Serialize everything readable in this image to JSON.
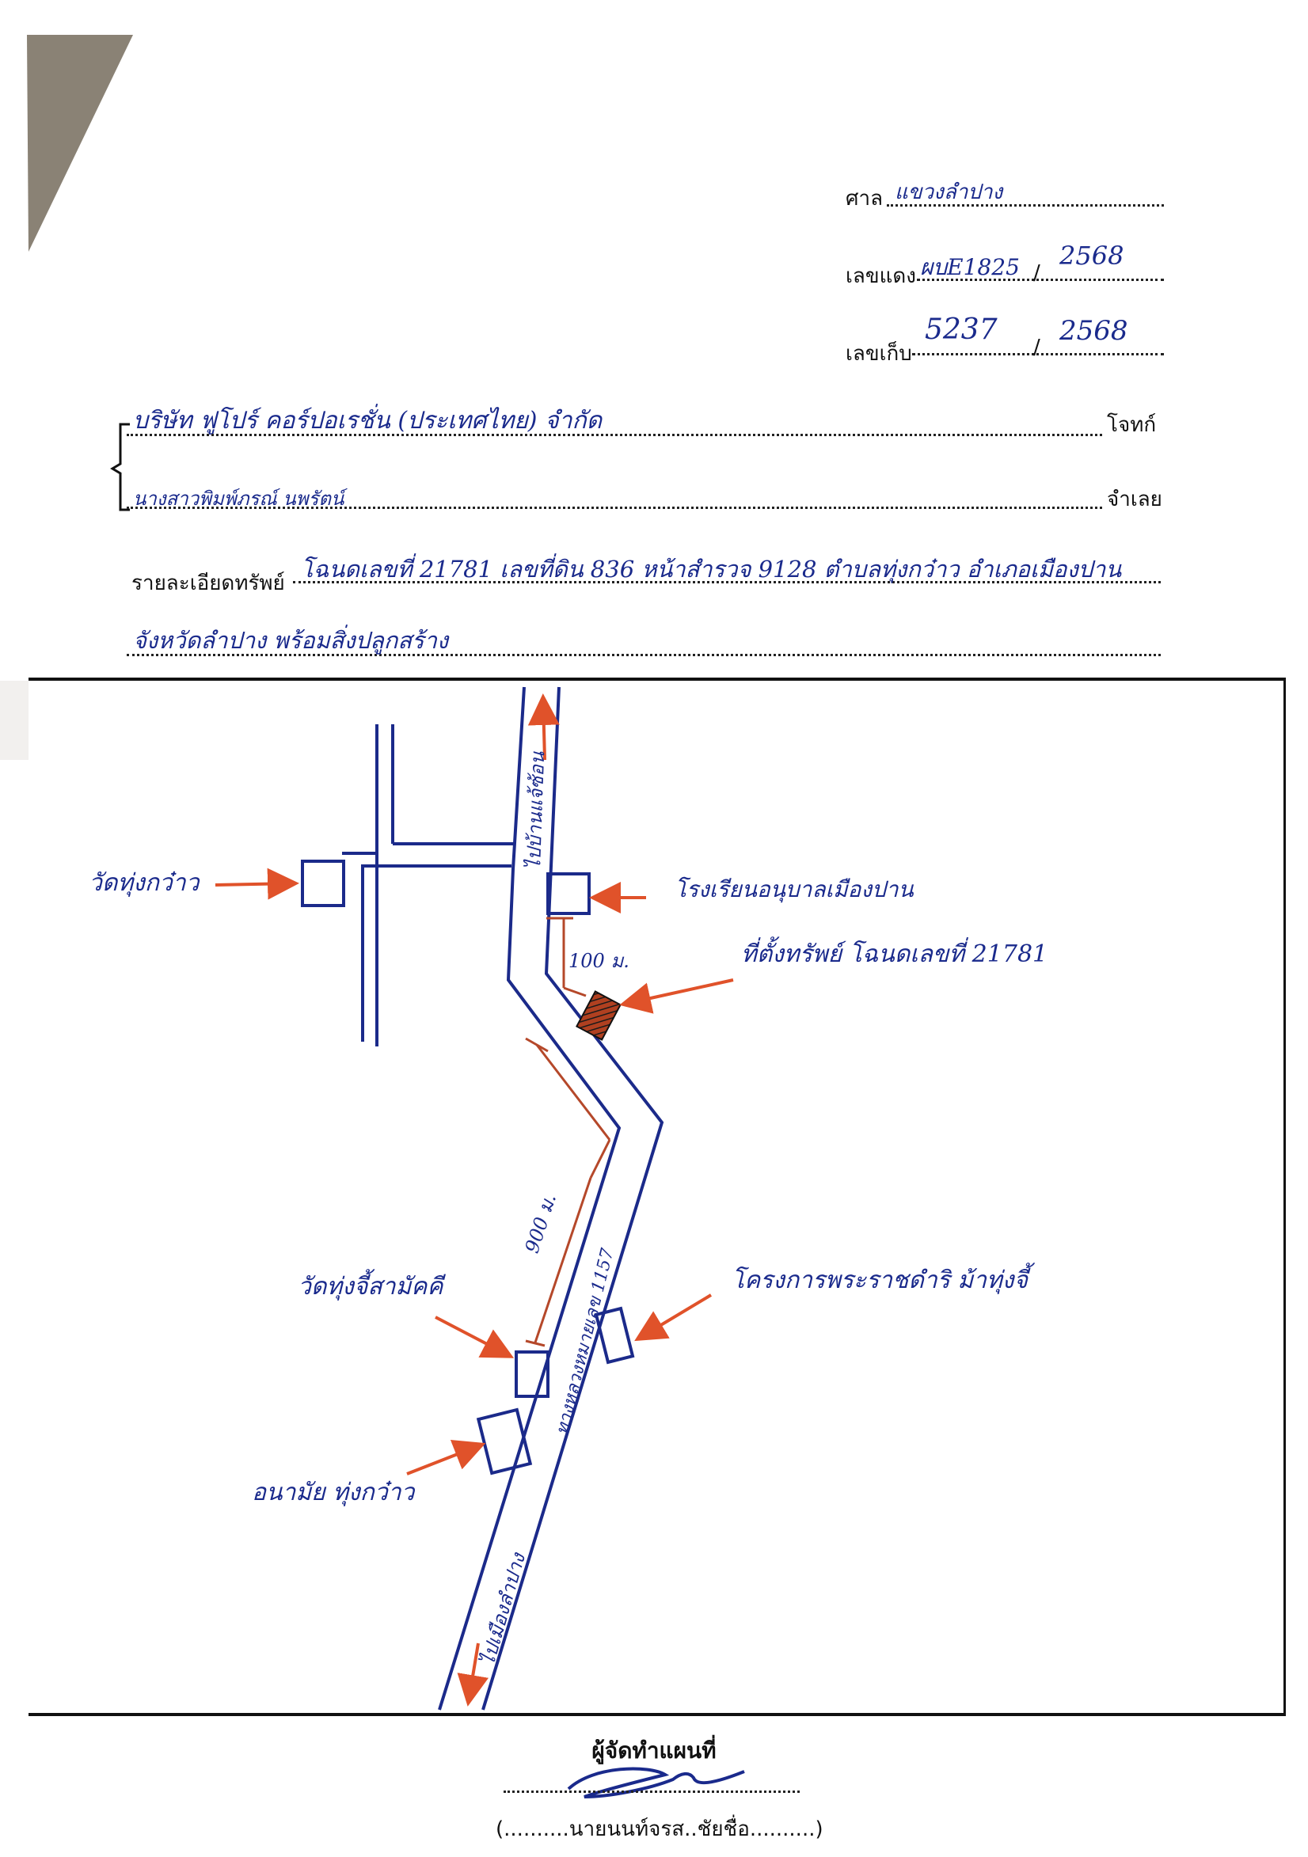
{
  "header": {
    "court_label": "ศาล",
    "court_value": "แขวงลำปาง",
    "red_case_label": "เลขแดง",
    "red_case_value": "ผบE1825",
    "red_case_sep": "/",
    "red_case_year": "2568",
    "storage_label": "เลขเก็บ",
    "storage_value": "5237",
    "storage_sep": "/",
    "storage_year": "2568"
  },
  "parties": {
    "plaintiff_value": "บริษัท ฟูโปร์ คอร์ปอเรชั่น (ประเทศไทย) จำกัด",
    "plaintiff_label": "โจทก์",
    "defendant_value": "นางสาวพิมพ์ภรณ์    นพรัตน์",
    "defendant_label": "จำเลย"
  },
  "property": {
    "label": "รายละเอียดทรัพย์",
    "line1": "โฉนดเลขที่ 21781  เลขที่ดิน 836  หน้าสำรวจ 9128  ตำบลทุ่งกว๋าว  อำเภอเมืองปาน",
    "line2": "จังหวัดลำปาง  พร้อมสิ่งปลูกสร้าง"
  },
  "map": {
    "label_wat": "วัดทุ่งกว๋าว",
    "label_school": "โรงเรียนอนุบาลเมืองปาน",
    "label_property": "ที่ตั้งทรัพย์ โฉนดเลขที่ 21781",
    "label_dist_100": "100 ม.",
    "label_dist_900": "900 ม.",
    "label_road_top": "ไปบ้านแจ้ซ้อน",
    "label_road_bottom": "ไปเมืองลำปาง",
    "label_highway": "ทางหลวงหมายเลข 1157",
    "label_wat2": "วัดทุ่งจี้สามัคคี",
    "label_project": "โครงการพระราชดำริ ม้าทุ่งจี้",
    "label_health": "อนามัย ทุ่งกว๋าว"
  },
  "signature": {
    "title": "ผู้จัดทำแผนที่",
    "name_line": "(..........นายนนท์จรส..ชัยชื่อ..........)"
  },
  "colors": {
    "ink_blue": "#1a2a8c",
    "arrow_red": "#e0522a",
    "road_line": "#1b2a8a",
    "dim_line": "#b5482a"
  }
}
